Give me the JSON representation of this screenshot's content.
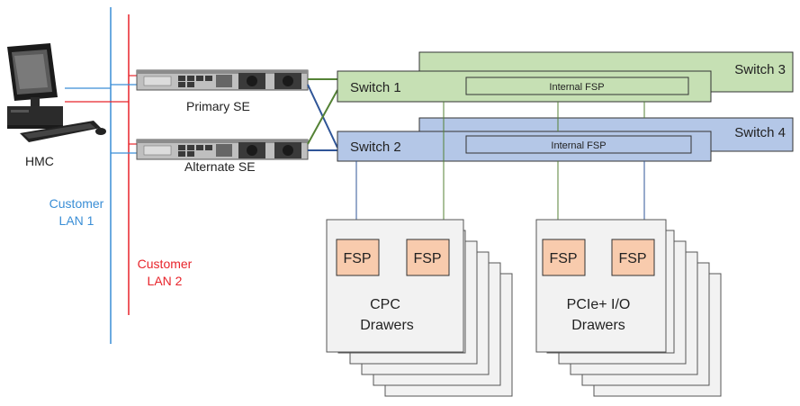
{
  "hmc": {
    "label": "HMC"
  },
  "lans": [
    {
      "line1": "Customer",
      "line2": "LAN 1",
      "color": "#3a8ed6"
    },
    {
      "line1": "Customer",
      "line2": "LAN 2",
      "color": "#e8242b"
    }
  ],
  "support_elements": [
    {
      "label": "Primary SE"
    },
    {
      "label": "Alternate SE"
    }
  ],
  "switches": [
    {
      "label": "Switch 1",
      "fill": "#c6e0b4",
      "inner": "Internal FSP"
    },
    {
      "label": "Switch 2",
      "fill": "#b4c7e7",
      "inner": "Internal FSP"
    },
    {
      "label": "Switch 3",
      "fill": "#c6e0b4"
    },
    {
      "label": "Switch 4",
      "fill": "#b4c7e7"
    }
  ],
  "drawer_groups": [
    {
      "line1": "CPC",
      "line2": "Drawers",
      "fsp_labels": [
        "FSP",
        "FSP"
      ]
    },
    {
      "line1": "PCIe+ I/O",
      "line2": "Drawers",
      "fsp_labels": [
        "FSP",
        "FSP"
      ]
    }
  ],
  "colors": {
    "fsp_fill": "#f8cbad",
    "drawer_fill": "#f2f2f2",
    "green_link": "#548235",
    "blue_link": "#2f5597"
  }
}
